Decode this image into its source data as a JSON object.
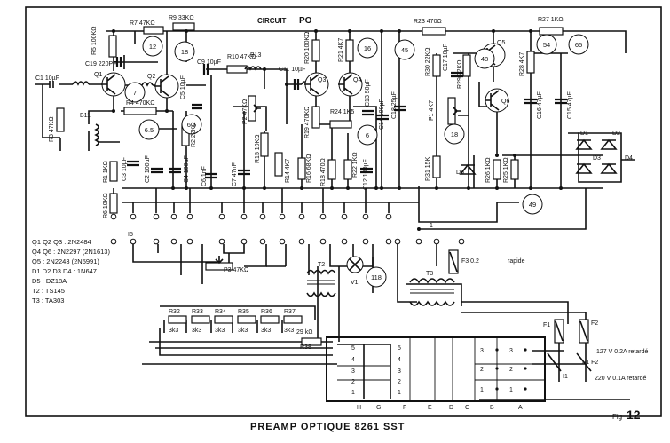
{
  "title": "PREAMP OPTIQUE 8261 SST",
  "figure": {
    "prefix": "Fig",
    "number": "12"
  },
  "circuit_label": "CIRCUIT",
  "circuit_name": "PO",
  "legend": [
    "Q1 Q2 Q3 : 2N2484",
    "Q4 Q6 : 2N2297 (2N1613)",
    "Q5 : 2N2243 (2N5991)",
    "D1 D2 D3 D4 : 1N647",
    "D5 : DZ18A",
    "T2 : TS145",
    "T3 : TA303"
  ],
  "resistors": [
    {
      "id": "r7",
      "label": "R7 47KΩ"
    },
    {
      "id": "r9",
      "label": "R9 33KΩ"
    },
    {
      "id": "r5",
      "label": "R5 100KΩ"
    },
    {
      "id": "r3",
      "label": "R3 47KΩ"
    },
    {
      "id": "r4",
      "label": "R4 470KΩ"
    },
    {
      "id": "r2",
      "label": "R2 22KΩ"
    },
    {
      "id": "r1",
      "label": "R1 1KΩ"
    },
    {
      "id": "r6",
      "label": "R6 10KΩ"
    },
    {
      "id": "r10",
      "label": "R10 47KΩ"
    },
    {
      "id": "r14",
      "label": "R14 4K7"
    },
    {
      "id": "r15",
      "label": "R15 10KΩ"
    },
    {
      "id": "r16",
      "label": "R16 68KΩ"
    },
    {
      "id": "r20",
      "label": "R20 100KΩ"
    },
    {
      "id": "r21",
      "label": "R21 4K7"
    },
    {
      "id": "r19",
      "label": "R19 470KΩ"
    },
    {
      "id": "r24",
      "label": "R24 1K5"
    },
    {
      "id": "r18",
      "label": "R18 470Ω"
    },
    {
      "id": "r22",
      "label": "R22 1KΩ"
    },
    {
      "id": "r23",
      "label": "R23 470Ω"
    },
    {
      "id": "r30",
      "label": "R30 22KΩ"
    },
    {
      "id": "r29",
      "label": "R29 22KΩ"
    },
    {
      "id": "r31",
      "label": "R31 15K"
    },
    {
      "id": "r27",
      "label": "R27 1KΩ"
    },
    {
      "id": "r28",
      "label": "R28 4K7"
    },
    {
      "id": "r26",
      "label": "R26 1KΩ"
    },
    {
      "id": "r25",
      "label": "R25 1KΩ"
    },
    {
      "id": "r38",
      "label": "R38"
    }
  ],
  "capacitors": [
    {
      "id": "c1",
      "label": "C1 10µF"
    },
    {
      "id": "c19",
      "label": "C19 220PF"
    },
    {
      "id": "c9",
      "label": "C9 10µF"
    },
    {
      "id": "c5",
      "label": "C5 10µF"
    },
    {
      "id": "c3",
      "label": "C3 10µF"
    },
    {
      "id": "c2",
      "label": "C2 100µF"
    },
    {
      "id": "c4",
      "label": "C4 100µF"
    },
    {
      "id": "c6",
      "label": "C6 1nF"
    },
    {
      "id": "c7",
      "label": "C7 47nF"
    },
    {
      "id": "c11",
      "label": "C11 10µF"
    },
    {
      "id": "c13",
      "label": "C13 50µF"
    },
    {
      "id": "c18",
      "label": "C18 25µF"
    },
    {
      "id": "c14",
      "label": "C14 100µF"
    },
    {
      "id": "c12",
      "label": "C12 100µF"
    },
    {
      "id": "c17",
      "label": "C17 10µF"
    },
    {
      "id": "c16",
      "label": "C16 47µF"
    },
    {
      "id": "c15",
      "label": "C15 47µF"
    }
  ],
  "potentiometers": [
    {
      "id": "p1",
      "label": "P1 4K7"
    },
    {
      "id": "p2",
      "label": "P2 47KΩ"
    },
    {
      "id": "p3",
      "label": "P3 47KΩ"
    }
  ],
  "coils": [
    {
      "id": "b11",
      "label": "B11"
    },
    {
      "id": "b13",
      "label": "B13"
    }
  ],
  "transistors": [
    {
      "id": "q1",
      "label": "Q1"
    },
    {
      "id": "q2",
      "label": "Q2"
    },
    {
      "id": "q3",
      "label": "Q3"
    },
    {
      "id": "q4",
      "label": "Q4"
    },
    {
      "id": "q5",
      "label": "Q5"
    },
    {
      "id": "q6",
      "label": "Q6"
    }
  ],
  "diodes": [
    {
      "id": "d1",
      "label": "D1"
    },
    {
      "id": "d2",
      "label": "D2"
    },
    {
      "id": "d3",
      "label": "D3"
    },
    {
      "id": "d4",
      "label": "D4"
    },
    {
      "id": "d5",
      "label": "D5"
    }
  ],
  "test_points": [
    {
      "id": "tp12",
      "value": "12"
    },
    {
      "id": "tp18a",
      "value": "18"
    },
    {
      "id": "tp7",
      "value": "7"
    },
    {
      "id": "tp65a",
      "value": "6.5"
    },
    {
      "id": "tp65b",
      "value": "6.5"
    },
    {
      "id": "tp16",
      "value": "16"
    },
    {
      "id": "tp45",
      "value": "45"
    },
    {
      "id": "tp6",
      "value": "6"
    },
    {
      "id": "tp48",
      "value": "48"
    },
    {
      "id": "tp54",
      "value": "54"
    },
    {
      "id": "tp65c",
      "value": "65"
    },
    {
      "id": "tp18b",
      "value": "18"
    },
    {
      "id": "tp49",
      "value": "49"
    },
    {
      "id": "tp118",
      "value": "118"
    }
  ],
  "divider": {
    "resistors": [
      "R32",
      "R33",
      "R34",
      "R35",
      "R36",
      "R37"
    ],
    "values": [
      "3k3",
      "3k3",
      "3k3",
      "3k3",
      "3k3",
      "3k3",
      "29 kΩ"
    ]
  },
  "misc_labels": {
    "i5": "I5",
    "v1": "V1",
    "t2": "T2",
    "t3": "T3",
    "f3": "F3 0.2",
    "f3_note": "rapide",
    "f1": "F1",
    "f2": "F2",
    "switch": "I1",
    "switch_label": "F1 F2",
    "fuse_127": "127 V 0.2A retardé",
    "fuse_220": "220 V 0.1A retardé",
    "rail_1": "1"
  },
  "connector": {
    "letters": [
      "H",
      "G",
      "F",
      "E",
      "D",
      "C",
      "B",
      "A"
    ],
    "left_numbers": [
      "5",
      "4",
      "3",
      "2",
      "1"
    ],
    "mid_numbers": [
      "5",
      "4",
      "3",
      "2",
      "1"
    ],
    "right_numbers": [
      "3",
      "2",
      "1"
    ]
  }
}
